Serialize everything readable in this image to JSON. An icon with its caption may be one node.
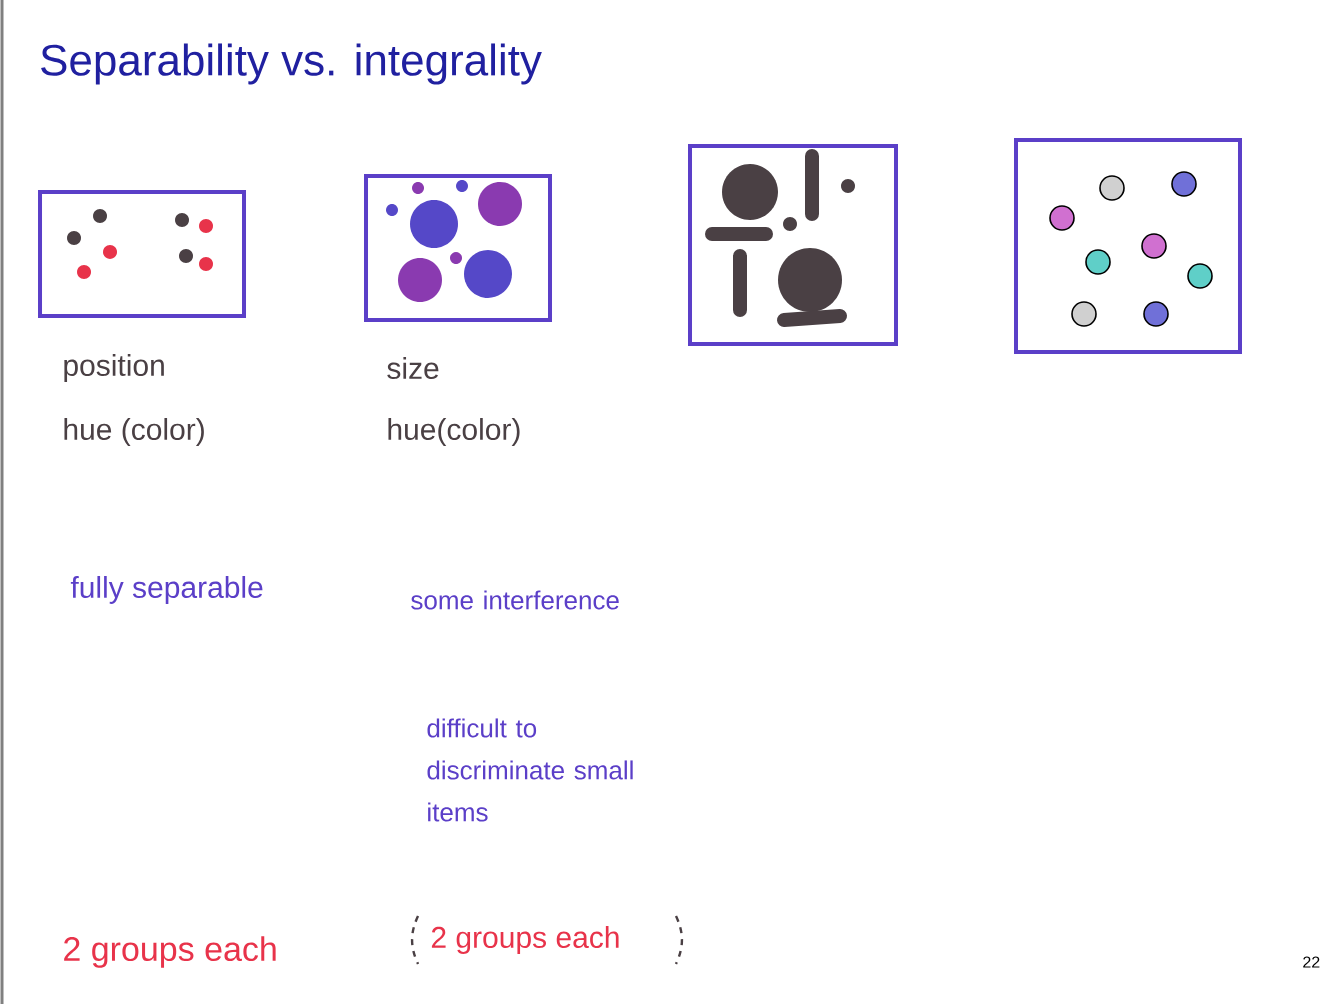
{
  "diagram": {
    "title": "Separability vs. integrality",
    "labels": [
      "position",
      "hue (color)",
      "size",
      "hue(color)",
      "fully separable",
      "some interference",
      "difficult to discriminate small items",
      "2 groups each",
      "2 groups each",
      "22"
    ]
  }
}
